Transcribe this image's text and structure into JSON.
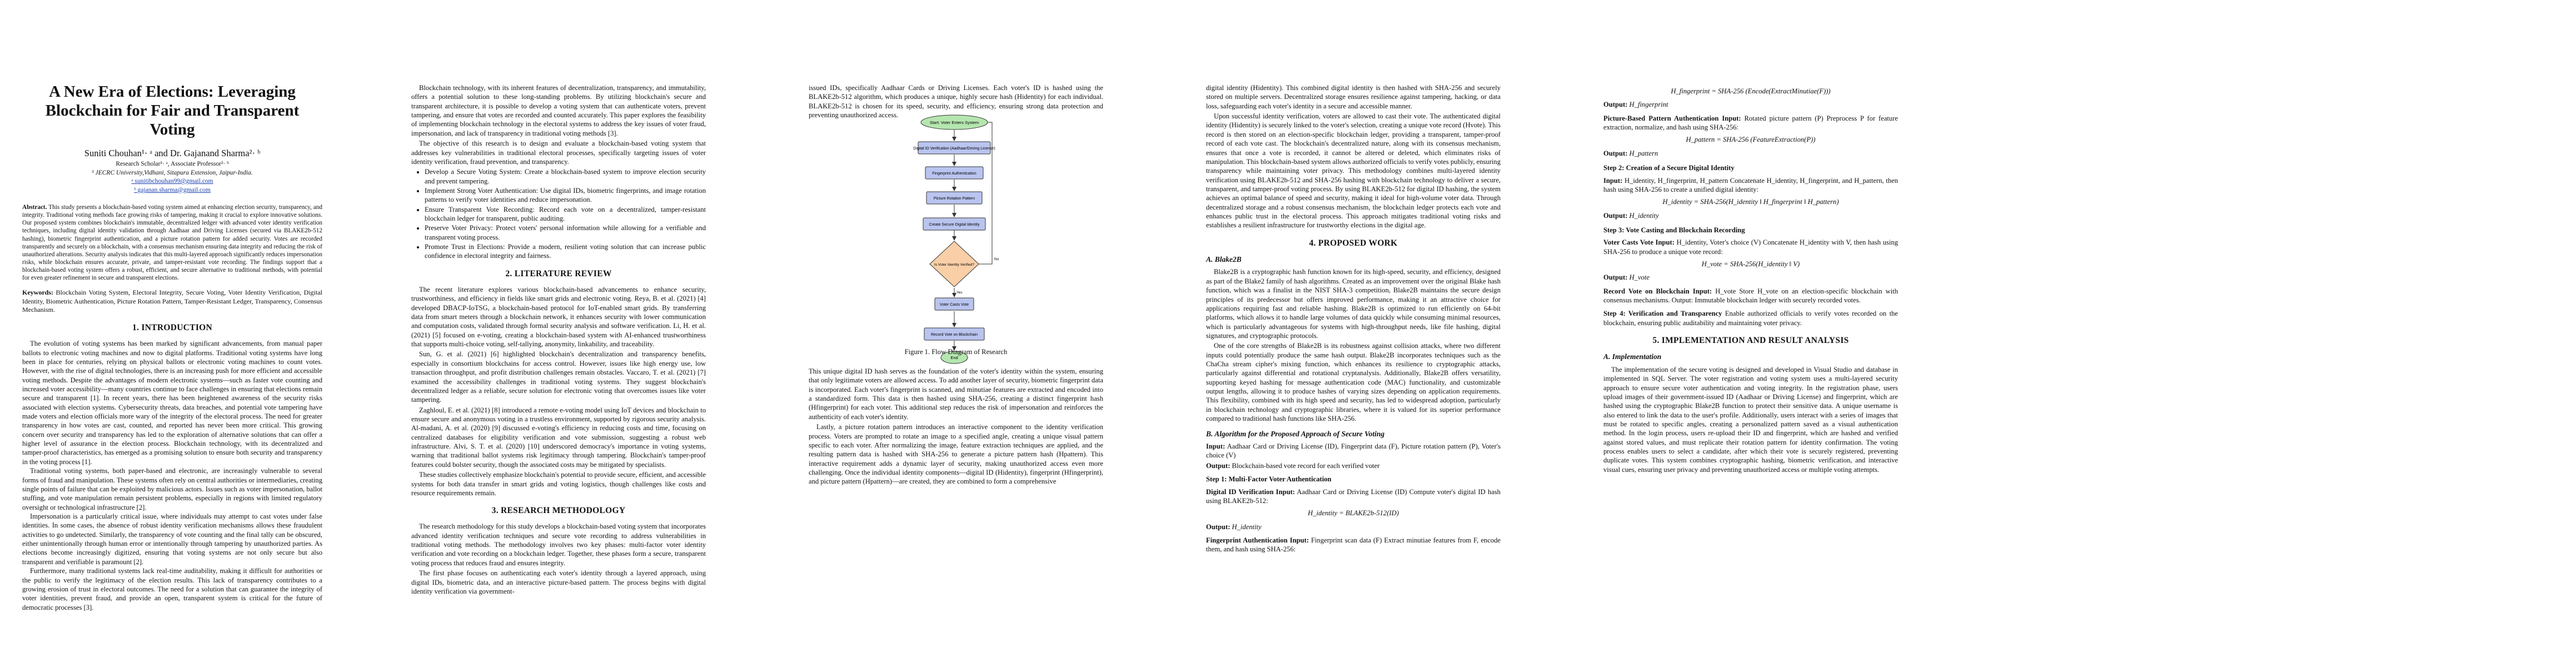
{
  "paper": {
    "title": "A New Era of Elections: Leveraging Blockchain for Fair and Transparent Voting",
    "authors": "Suniti Chouhan¹· ᵃ and Dr. Gajanand Sharma²· ᵇ",
    "roles": "Research Scholar¹· ᵃ, Associate Professor²· ᵇ",
    "institution": "¹ JECRC University,Vidhani, Sitapura Extension, Jaipur-India.",
    "email_a": "ᵃ sunitibchouhan99@gmail.com",
    "email_b": "ᵇ gajanan.sharma@gmail.com"
  },
  "abstract": {
    "label": "Abstract.",
    "text": "This study presents a blockchain-based voting system aimed at enhancing election security, transparency, and integrity. Traditional voting methods face growing risks of tampering, making it crucial to explore innovative solutions. Our proposed system combines blockchain's immutable, decentralized ledger with advanced voter identity verification techniques, including digital identity validation through Aadhaar and Driving Licenses (secured via BLAKE2b-512 hashing), biometric fingerprint authentication, and a picture rotation pattern for added security. Votes are recorded transparently and securely on a blockchain, with a consensus mechanism ensuring data integrity and reducing the risk of unauthorized alterations. Security analysis indicates that this multi-layered approach significantly reduces impersonation risks, while blockchain ensures accurate, private, and tamper-resistant vote recording. The findings support that a blockchain-based voting system offers a robust, efficient, and secure alternative to traditional methods, with potential for even greater refinement in secure and transparent elections."
  },
  "keywords": {
    "label": "Keywords:",
    "text": "Blockchain Voting System, Electoral Integrity, Secure Voting, Voter Identity Verification, Digital Identity, Biometric Authentication, Picture Rotation Pattern, Tamper-Resistant Ledger, Transparency, Consensus Mechanism."
  },
  "sections": {
    "intro": "1. INTRODUCTION",
    "lit": "2. LITERATURE REVIEW",
    "method": "3. RESEARCH METHODOLOGY",
    "proposed": "4. PROPOSED WORK",
    "impl": "5. IMPLEMENTATION AND RESULT ANALYSIS"
  },
  "col1": {
    "p1": "The evolution of voting systems has been marked by significant advancements, from manual paper ballots to electronic voting machines and now to digital platforms. Traditional voting systems have long been in place for centuries, relying on physical ballots or electronic voting machines to count votes. However, with the rise of digital technologies, there is an increasing push for more efficient and accessible voting methods. Despite the advantages of modern electronic systems—such as faster vote counting and increased voter accessibility—many countries continue to face challenges in ensuring that elections remain secure and transparent [1]. In recent years, there has been heightened awareness of the security risks associated with election systems. Cybersecurity threats, data breaches, and potential vote tampering have made voters and election officials more wary of the integrity of the electoral process. The need for greater transparency in how votes are cast, counted, and reported has never been more critical. This growing concern over security and transparency has led to the exploration of alternative solutions that can offer a higher level of assurance in the election process. Blockchain technology, with its decentralized and tamper-proof characteristics, has emerged as a promising solution to ensure both security and transparency in the voting process [1].",
    "p2": "Traditional voting systems, both paper-based and electronic, are increasingly vulnerable to several forms of fraud and manipulation. These systems often rely on central authorities or intermediaries, creating single points of failure that can be exploited by malicious actors. Issues such as voter impersonation, ballot stuffing, and vote manipulation remain persistent problems, especially in regions with limited regulatory oversight or technological infrastructure [2].",
    "p3": "Impersonation is a particularly critical issue, where individuals may attempt to cast votes under false identities. In some cases, the absence of robust identity verification mechanisms allows these fraudulent activities to go undetected. Similarly, the transparency of vote counting and the final tally can be obscured, either unintentionally through human error or intentionally through tampering by unauthorized parties. As elections become increasingly digitized, ensuring that voting systems are not only secure but also transparent and verifiable is paramount [2].",
    "p4": "Furthermore, many traditional systems lack real-time auditability, making it difficult for authorities or the public to verify the legitimacy of the election results. This lack of transparency contributes to a growing erosion of trust in electoral outcomes. The need for a solution that can guarantee the integrity of voter identities, prevent fraud, and provide an open, transparent system is critical for the future of democratic processes [3]."
  },
  "col2": {
    "p1": "Blockchain technology, with its inherent features of decentralization, transparency, and immutability, offers a potential solution to these long-standing problems. By utilizing blockchain's secure and transparent architecture, it is possible to develop a voting system that can authenticate voters, prevent tampering, and ensure that votes are recorded and counted accurately. This paper explores the feasibility of implementing blockchain technology in the electoral systems to address the key issues of voter fraud, impersonation, and lack of transparency in traditional voting methods [3].",
    "p2": "The objective of this research is to design and evaluate a blockchain-based voting system that addresses key vulnerabilities in traditional electoral processes, specifically targeting issues of voter identity verification, fraud prevention, and transparency.",
    "bullets": [
      "Develop a Secure Voting System: Create a blockchain-based system to improve election security and prevent tampering.",
      "Implement Strong Voter Authentication: Use digital IDs, biometric fingerprints, and image rotation patterns to verify voter identities and reduce impersonation.",
      "Ensure Transparent Vote Recording: Record each vote on a decentralized, tamper-resistant blockchain ledger for transparent, public auditing.",
      "Preserve Voter Privacy: Protect voters' personal information while allowing for a verifiable and transparent voting process.",
      "Promote Trust in Elections: Provide a modern, resilient voting solution that can increase public confidence in electoral integrity and fairness."
    ],
    "lit1": "The recent literature explores various blockchain-based advancements to enhance security, trustworthiness, and efficiency in fields like smart grids and electronic voting. Reya, B. et al. (2021) [4] developed DBACP-IoTSG, a blockchain-based protocol for IoT-enabled smart grids. By transferring data from smart meters through a blockchain network, it enhances security with lower communication and computation costs, validated through formal security analysis and software verification. Li, H. et al. (2021) [5] focused on e-voting, creating a blockchain-based system with AI-enhanced trustworthiness that supports multi-choice voting, self-tallying, anonymity, linkability, and traceability.",
    "lit2": "Sun, G. et al. (2021) [6] highlighted blockchain's decentralization and transparency benefits, especially in consortium blockchains for access control. However, issues like high energy use, low transaction throughput, and profit distribution challenges remain obstacles. Vaccaro, T. et al. (2021) [7] examined the accessibility challenges in traditional voting systems. They suggest blockchain's decentralized ledger as a reliable, secure solution for electronic voting that overcomes issues like voter tampering.",
    "lit3": "Zaghloul, E. et al. (2021) [8] introduced a remote e-voting model using IoT devices and blockchain to ensure secure and anonymous voting in a trustless environment, supported by rigorous security analysis. Al-madani, A. et al. (2020) [9] discussed e-voting's efficiency in reducing costs and time, focusing on centralized databases for eligibility verification and vote submission, suggesting a robust web infrastructure. Alvi, S. T. et al. (2020) [10] underscored democracy's importance in voting systems, warning that traditional ballot systems risk legitimacy through tampering. Blockchain's tamper-proof features could bolster security, though the associated costs may be mitigated by specialists.",
    "lit4": "These studies collectively emphasize blockchain's potential to provide secure, efficient, and accessible systems for both data transfer in smart grids and voting logistics, though challenges like costs and resource requirements remain.",
    "meth1": "The research methodology for this study develops a blockchain-based voting system that incorporates advanced identity verification techniques and secure vote recording to address vulnerabilities in traditional voting methods. The methodology involves two key phases: multi-factor voter identity verification and vote recording on a blockchain ledger. Together, these phases form a secure, transparent voting process that reduces fraud and ensures integrity.",
    "meth2": "The first phase focuses on authenticating each voter's identity through a layered approach, using digital IDs, biometric data, and an interactive picture-based pattern. The process begins with digital identity verification via government-"
  },
  "col3": {
    "p1": "issued IDs, specifically Aadhaar Cards or Driving Licenses. Each voter's ID is hashed using the BLAKE2b-512 algorithm, which produces a unique, highly secure hash (Hidentity) for each individual. BLAKE2b-512 is chosen for its speed, security, and efficiency, ensuring strong data protection and preventing unauthorized access.",
    "flow": {
      "nodes": [
        "Start: Voter Enters System",
        "Digital ID Verification (Aadhaar/Driving License)",
        "Fingerprint Authentication",
        "Picture Rotation Pattern",
        "Create Secure Digital Identity",
        "Is Voter Identity Verified?",
        "Voter Casts Vote",
        "Record Vote on Blockchain",
        "End"
      ],
      "yes": "Yes",
      "no": "No"
    },
    "caption": "Figure 1. Flow Diagram of Research",
    "p2": "This unique digital ID hash serves as the foundation of the voter's identity within the system, ensuring that only legitimate voters are allowed access. To add another layer of security, biometric fingerprint data is incorporated. Each voter's fingerprint is scanned, and minutiae features are extracted and encoded into a standardized form. This data is then hashed using SHA-256, creating a distinct fingerprint hash (Hfingerprint) for each voter. This additional step reduces the risk of impersonation and reinforces the authenticity of each voter's identity.",
    "p3": "Lastly, a picture rotation pattern introduces an interactive component to the identity verification process. Voters are prompted to rotate an image to a specified angle, creating a unique visual pattern specific to each voter. After normalizing the image, feature extraction techniques are applied, and the resulting pattern data is hashed with SHA-256 to generate a picture pattern hash (Hpattern). This interactive requirement adds a dynamic layer of security, making unauthorized access even more challenging. Once the individual identity components—digital ID (Hidentity), fingerprint (Hfingerprint), and picture pattern (Hpattern)—are created, they are combined to form a comprehensive"
  },
  "col4": {
    "p1": "digital identity (Hidentity). This combined digital identity is then hashed with SHA-256 and securely stored on multiple servers. Decentralized storage ensures resilience against tampering, hacking, or data loss, safeguarding each voter's identity in a secure and accessible manner.",
    "p2": "Upon successful identity verification, voters are allowed to cast their vote. The authenticated digital identity (Hidentity) is securely linked to the voter's selection, creating a unique vote record (Hvote). This record is then stored on an election-specific blockchain ledger, providing a transparent, tamper-proof record of each vote cast. The blockchain's decentralized nature, along with its consensus mechanism, ensures that once a vote is recorded, it cannot be altered or deleted, which eliminates risks of manipulation. This blockchain-based system allows authorized officials to verify votes publicly, ensuring transparency while maintaining voter privacy. This methodology combines multi-layered identity verification using BLAKE2b-512 and SHA-256 hashing with blockchain technology to deliver a secure, transparent, and tamper-proof voting process. By using BLAKE2b-512 for digital ID hashing, the system achieves an optimal balance of speed and security, making it ideal for high-volume voter data. Through decentralized storage and a robust consensus mechanism, the blockchain ledger protects each vote and enhances public trust in the electoral process. This approach mitigates traditional voting risks and establishes a resilient infrastructure for trustworthy elections in the digital age.",
    "blake_head": "A.  Blake2B",
    "blake1": "Blake2B is a cryptographic hash function known for its high-speed, security, and efficiency, designed as part of the Blake2 family of hash algorithms. Created as an improvement over the original Blake hash function, which was a finalist in the NIST SHA-3 competition, Blake2B maintains the secure design principles of its predecessor but offers improved performance, making it an attractive choice for applications requiring fast and reliable hashing. Blake2B is optimized to run efficiently on 64-bit platforms, which allows it to handle large volumes of data quickly while consuming minimal resources, which is particularly advantageous for systems with high-throughput needs, like file hashing, digital signatures, and cryptographic protocols.",
    "blake2": "One of the core strengths of Blake2B is its robustness against collision attacks, where two different inputs could potentially produce the same hash output. Blake2B incorporates techniques such as the ChaCha stream cipher's mixing function, which enhances its resilience to cryptographic attacks, particularly against differential and rotational cryptanalysis. Additionally, Blake2B offers versatility, supporting keyed hashing for message authentication code (MAC) functionality, and customizable output lengths, allowing it to produce hashes of varying sizes depending on application requirements. This flexibility, combined with its high speed and security, has led to widespread adoption, particularly in blockchain technology and cryptographic libraries, where it is valued for its superior performance compared to traditional hash functions like SHA-256.",
    "alg_head": "B.  Algorithm for the Proposed Approach of Secure Voting",
    "input_label": "Input:",
    "input_text": "Aadhaar Card or Driving License (ID), Fingerprint data (F), Picture rotation pattern (P), Voter's choice (V)",
    "output_label": "Output:",
    "output_text": "Blockchain-based vote record for each verified voter",
    "step1": "Step 1: Multi-Factor Voter Authentication",
    "did_label": "Digital ID Verification Input:",
    "did_text": "Aadhaar Card or Driving License (ID) Compute voter's digital ID hash using BLAKE2b-512:",
    "eq1": "H_identity = BLAKE2b-512(ID)",
    "out1_label": "Output:",
    "out1_text": "H_identity",
    "fp_label": "Fingerprint Authentication Input:",
    "fp_text": "Fingerprint scan data (F) Extract minutiae features from F, encode them, and hash using SHA-256:"
  },
  "col5": {
    "eq_fp": "H_fingerprint = SHA-256 (Encode(ExtractMinutiae(F)))",
    "out_fp_label": "Output:",
    "out_fp_text": "H_fingerprint",
    "pr_label": "Picture-Based Pattern Authentication Input:",
    "pr_text": "Rotated picture pattern (P) Preprocess P for feature extraction, normalize, and hash using SHA-256:",
    "eq_pat": "H_pattern = SHA-256 (FeatureExtraction(P))",
    "out_pat_label": "Output:",
    "out_pat_text": "H_pattern",
    "step2": "Step 2: Creation of a Secure Digital Identity",
    "s2_label": "Input:",
    "s2_text": "H_identity, H_fingerprint, H_pattern Concatenate H_identity, H_fingerprint, and H_pattern, then hash using SHA-256 to create a unified digital identity:",
    "eq_id": "H_identity = SHA-256(H_identity ‖ H_fingerprint ‖ H_pattern)",
    "out_id_label": "Output:",
    "out_id_text": "H_identity",
    "step3": "Step 3: Vote Casting and Blockchain Recording",
    "s3_label": "Voter Casts Vote Input:",
    "s3_text": "H_identity, Voter's choice (V) Concatenate H_identity with V, then hash using SHA-256 to produce a unique vote record:",
    "eq_vote": "H_vote = SHA-256(H_identity ‖ V)",
    "out_vote_label": "Output:",
    "out_vote_text": "H_vote",
    "rec_label": "Record Vote on Blockchain Input:",
    "rec_text": "H_vote Store H_vote on an election-specific blockchain with consensus mechanisms. Output: Immutable blockchain ledger with securely recorded votes.",
    "step4": "Step 4: Verification and Transparency",
    "s4_text": "Enable authorized officials to verify votes recorded on the blockchain, ensuring public auditability and maintaining voter privacy.",
    "impl_head": "A.  Implementation",
    "impl1": "The implementation of the secure voting is designed and developed in Visual Studio and database in implemented in SQL Server. The voter registration and voting system uses a multi-layered security approach to ensure secure voter authentication and voting integrity. In the registration phase, users upload images of their government-issued ID (Aadhaar or Driving License) and fingerprint, which are hashed using the cryptographic Blake2B function to protect their sensitive data. A unique username is also entered to link the data to the user's profile. Additionally, users interact with a series of images that must be rotated to specific angles, creating a personalized pattern saved as a visual authentication method. In the login process, users re-upload their ID and fingerprint, which are hashed and verified against stored values, and must replicate their rotation pattern for identity confirmation. The voting process enables users to select a candidate, after which their vote is securely registered, preventing duplicate votes. This system combines cryptographic hashing, biometric verification, and interactive visual cues, ensuring user privacy and preventing unauthorized access or multiple voting attempts."
  }
}
